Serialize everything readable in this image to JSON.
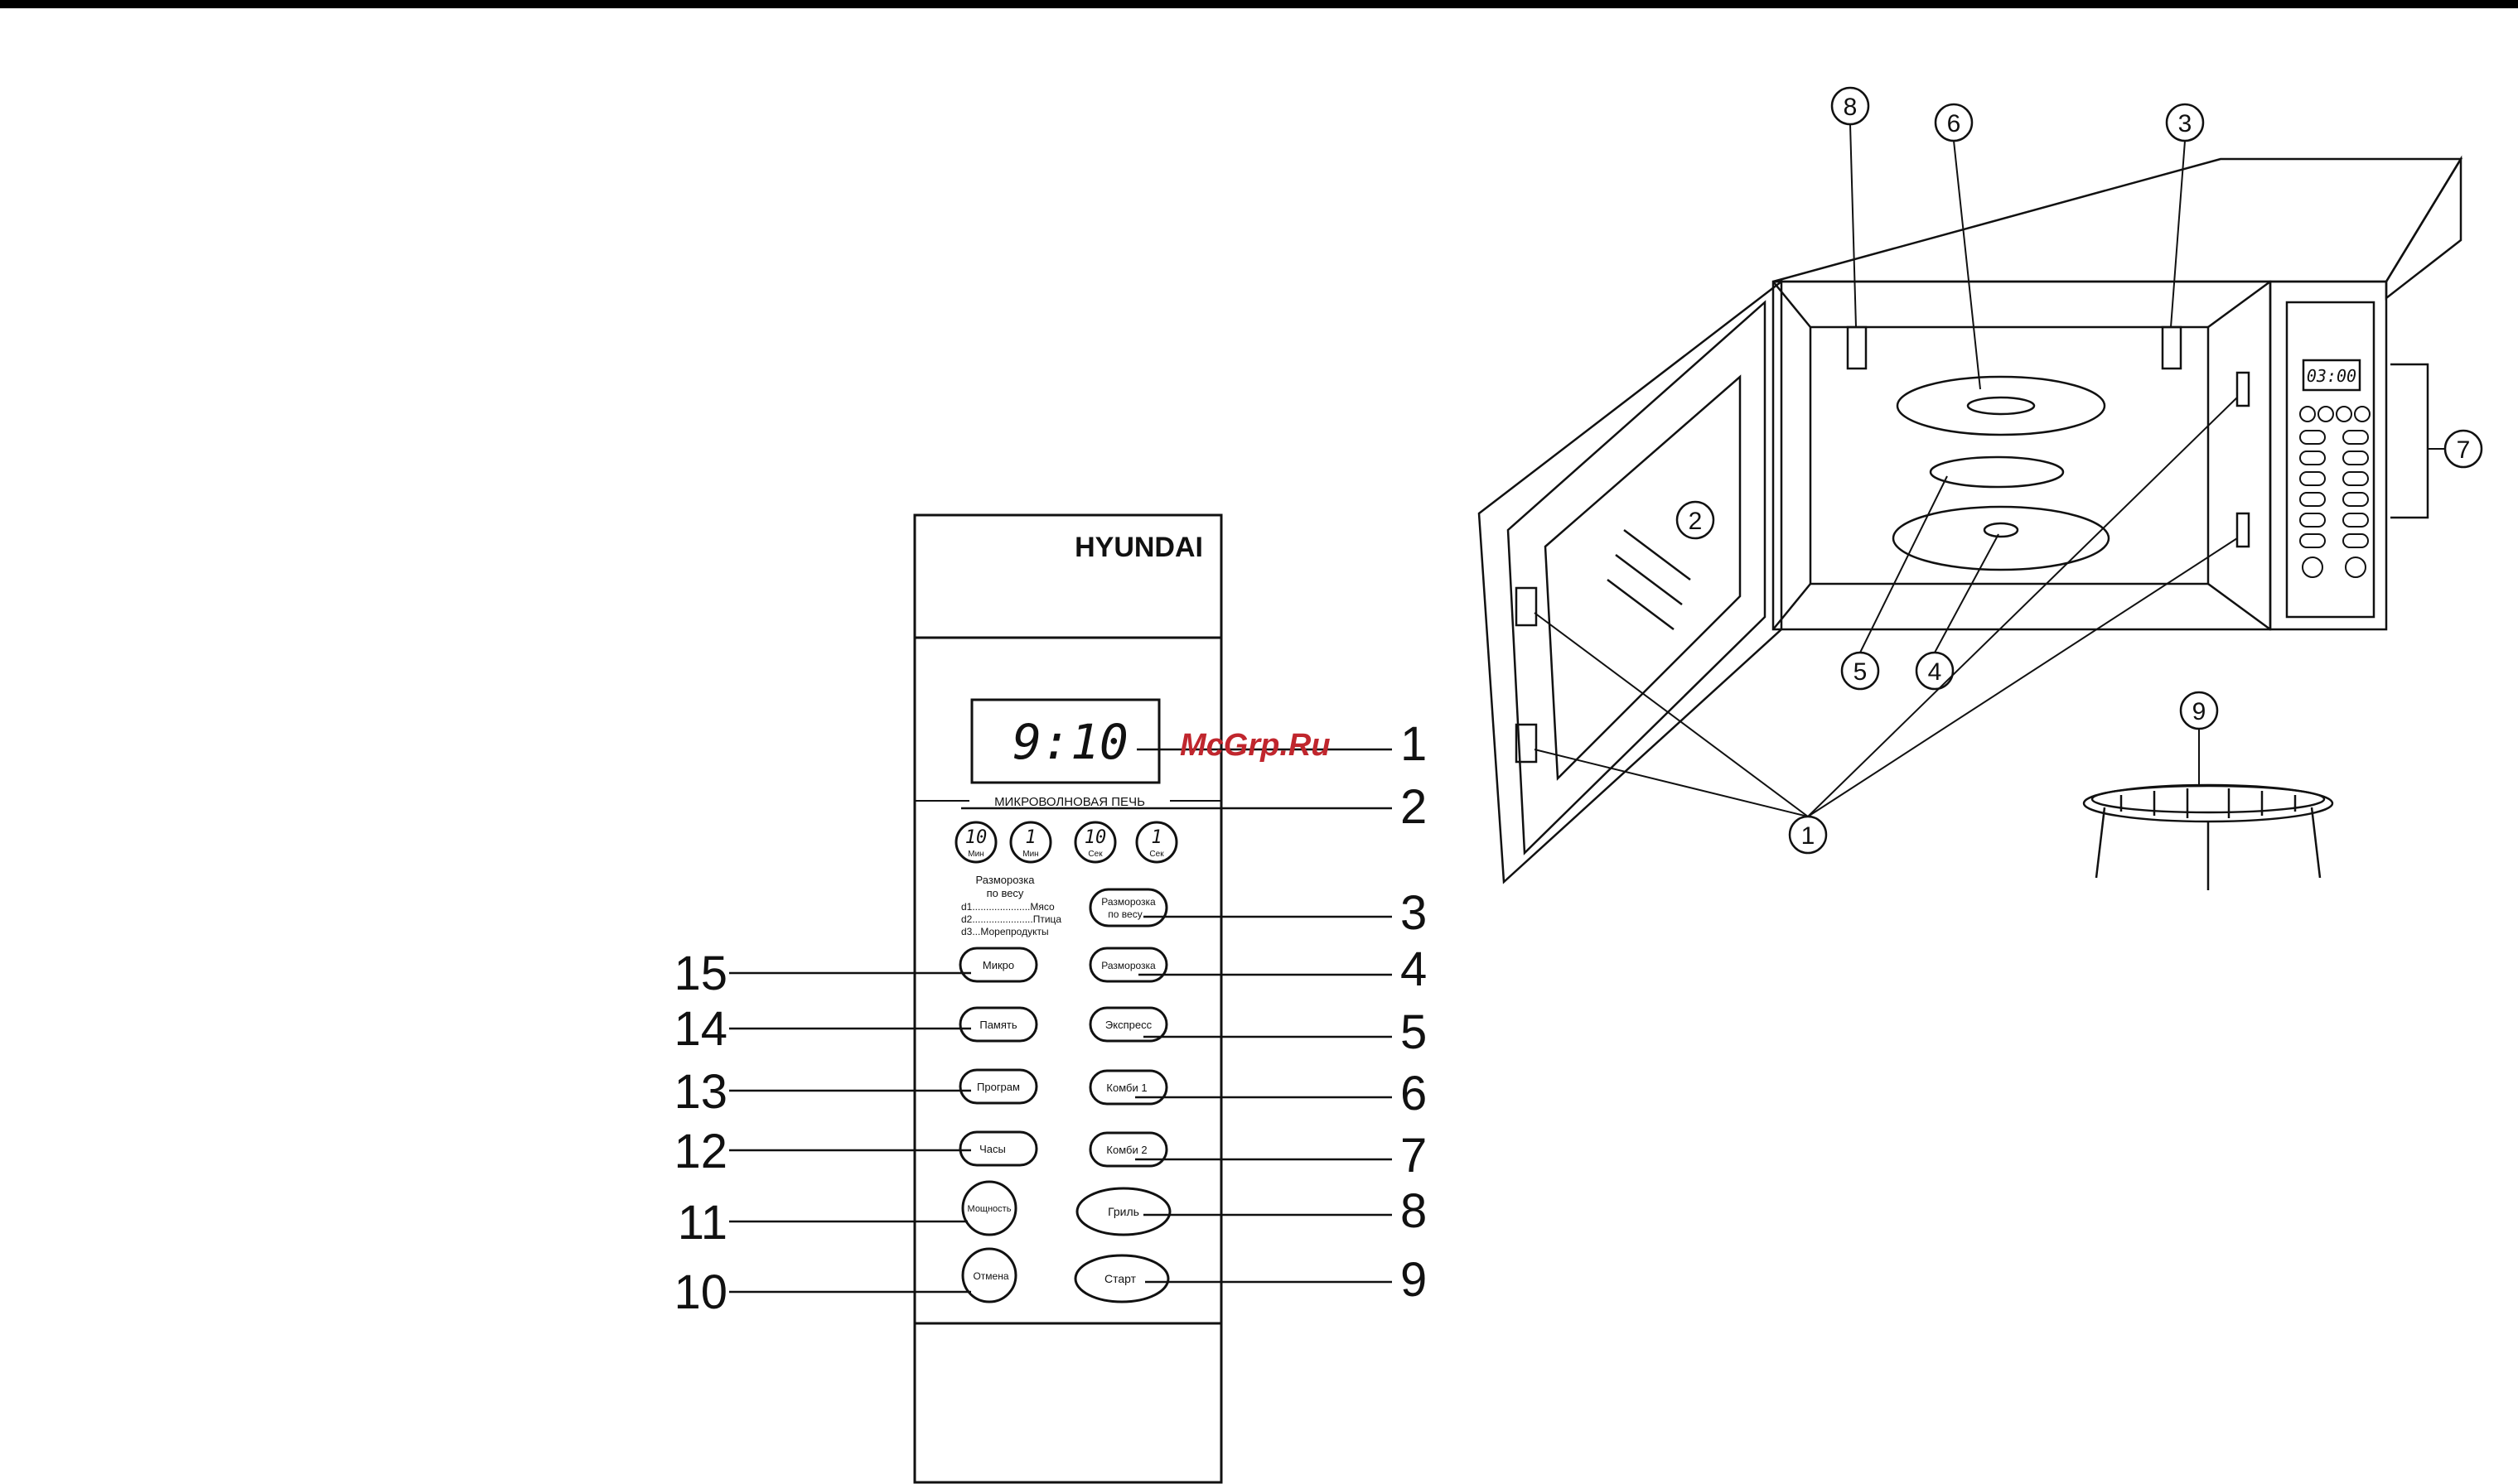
{
  "header_bar": {},
  "control_panel": {
    "brand": "HYUNDAI",
    "display_time": "9:10",
    "title": "МИКРОВОЛНОВАЯ ПЕЧЬ",
    "time_keys": [
      {
        "value": "10",
        "unit": "Мин"
      },
      {
        "value": "1",
        "unit": "Мин"
      },
      {
        "value": "10",
        "unit": "Сек"
      },
      {
        "value": "1",
        "unit": "Сек"
      }
    ],
    "defrost_note": {
      "line1": "Разморозка",
      "line2": "по весу",
      "d1": "d1.....................Мясо",
      "d2": "d2......................Птица",
      "d3": "d3...Морепродукты"
    },
    "buttons": {
      "mikro": "Микро",
      "pamyat": "Память",
      "program": "Програм",
      "chasy": "Часы",
      "moshchnost": "Мощность",
      "otmena": "Отмена",
      "defrost_weight_1": "Разморозка",
      "defrost_weight_2": "по весу",
      "defrost": "Разморозка",
      "express": "Экспресс",
      "kombi1": "Комби 1",
      "kombi2": "Комби 2",
      "grill": "Гриль",
      "start": "Старт"
    },
    "callouts_right": [
      "1",
      "2",
      "3",
      "4",
      "5",
      "6",
      "7",
      "8",
      "9"
    ],
    "callouts_left": [
      "15",
      "14",
      "13",
      "12",
      "11",
      "10"
    ]
  },
  "watermark": "McGrp.Ru",
  "oven_diagram": {
    "labels": [
      "8",
      "6",
      "3",
      "2",
      "7",
      "5",
      "4",
      "1",
      "9"
    ],
    "mini_display": "03:00"
  }
}
